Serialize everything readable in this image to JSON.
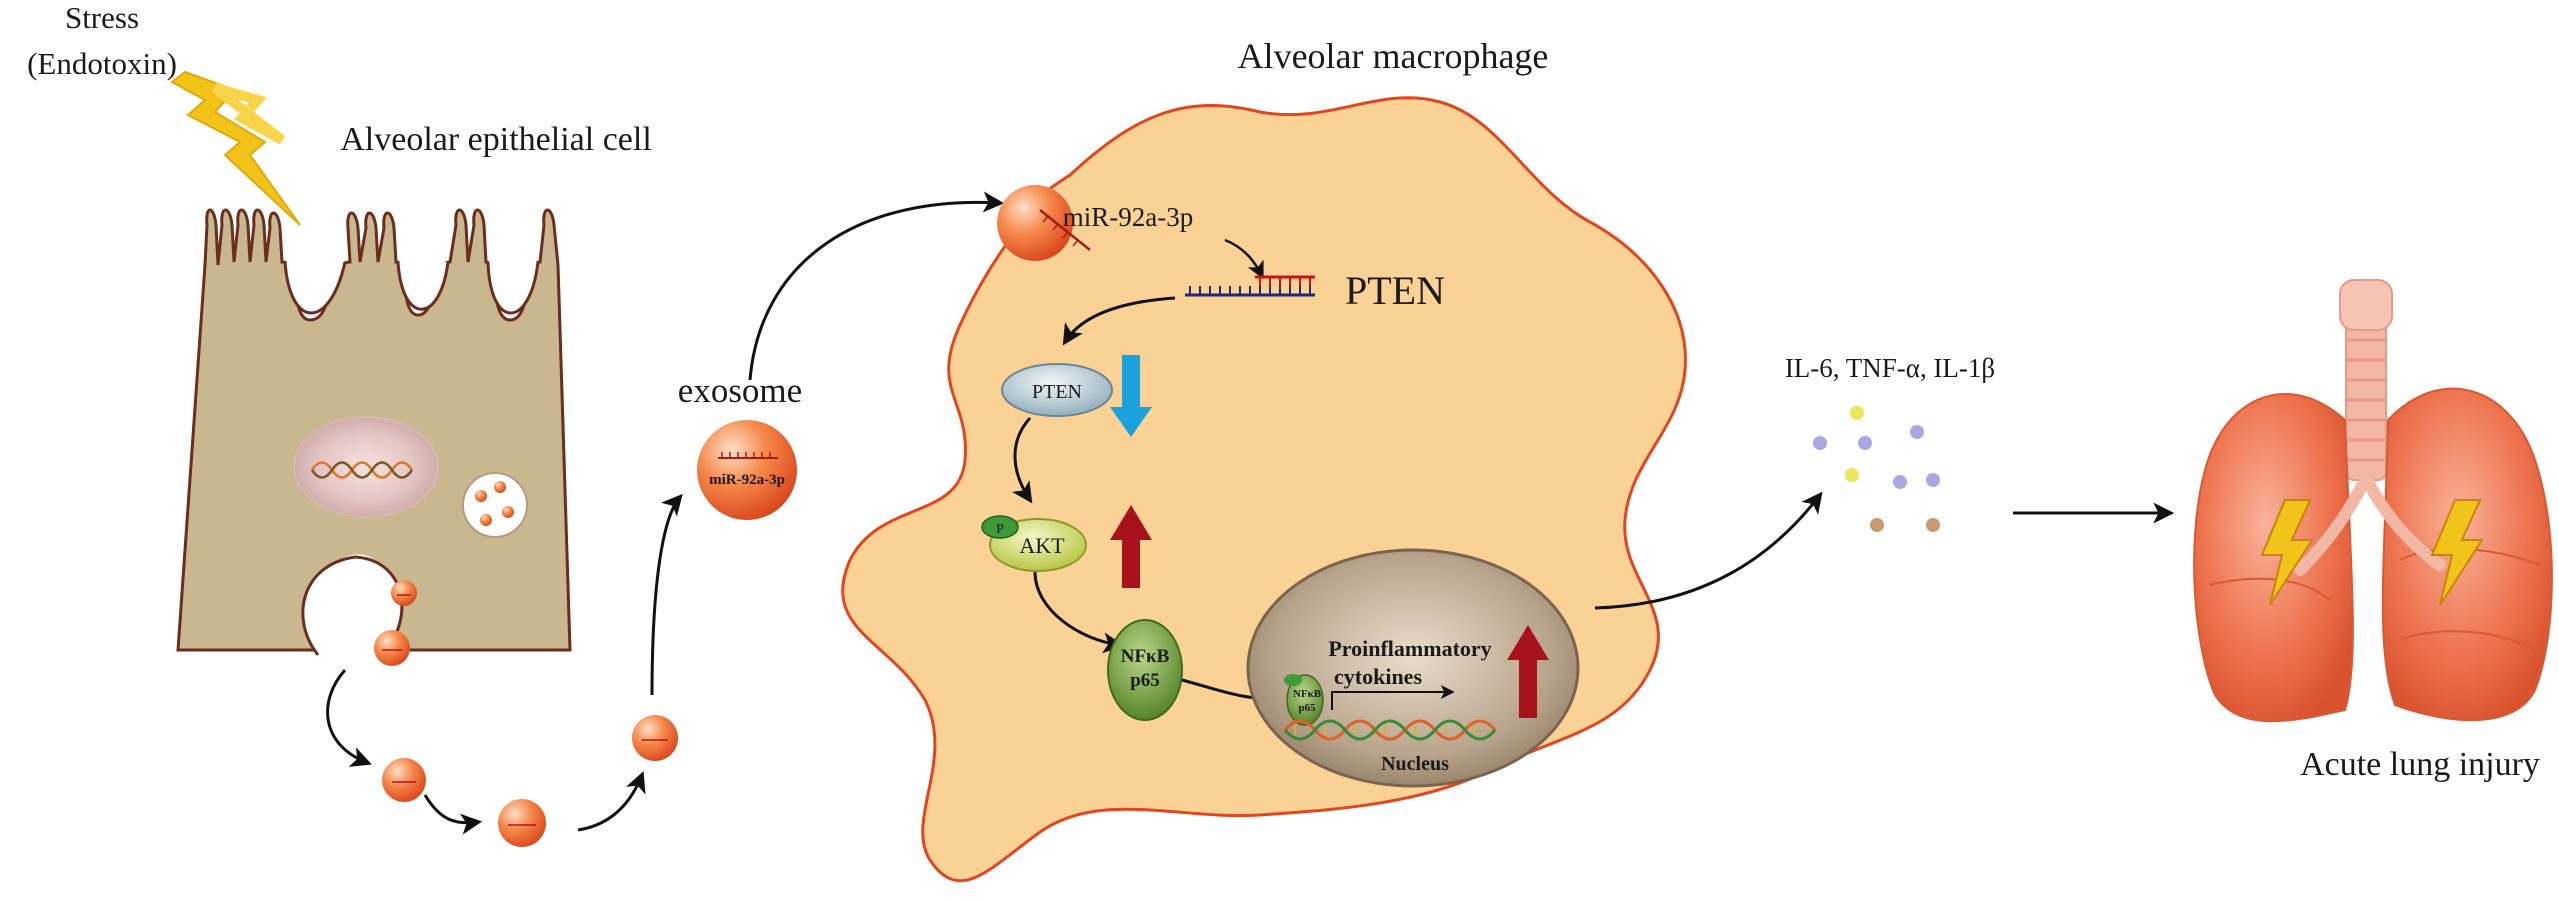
{
  "labels": {
    "stress_line1": "Stress",
    "stress_line2": "(Endotoxin)",
    "epithelial_cell": "Alveolar epithelial cell",
    "macrophage": "Alveolar macrophage",
    "exosome": "exosome",
    "exosome_cargo": "miR-92a-3p",
    "mirna": "miR-92a-3p",
    "pten_mrna": "PTEN",
    "pten_protein": "PTEN",
    "akt": "AKT",
    "phospho": "P",
    "nfkb_line1": "NFκB",
    "nfkb_line2": "p65",
    "nuclear_nfkb_line1": "NFκB",
    "nuclear_nfkb_line2": "p65",
    "proinflammatory_line1": "Proinflammatory",
    "proinflammatory_line2": "cytokines",
    "nucleus": "Nucleus",
    "cytokines": "IL-6, TNF-α, IL-1β",
    "outcome": "Acute lung injury"
  },
  "regulation": {
    "pten": "down",
    "akt": "up",
    "proinflammatory_cytokines": "up"
  },
  "colors": {
    "epithelial_fill": "#c8b78f",
    "epithelial_stroke": "#6b2e1e",
    "macrophage_fill": "#fbd296",
    "macrophage_stroke": "#e0461f",
    "exosome": "#f06a2c",
    "down_arrow": "#1ba2dc",
    "up_arrow": "#a8121c",
    "lightning": "#f2c318",
    "lung": "#ee7550",
    "pten_oval": "#a8c1cf",
    "akt_oval": "#d6e15a",
    "nfkb_oval": "#78a83d"
  },
  "icons": [
    "lightning-icon",
    "dna-icon",
    "lung-icon",
    "trachea-icon"
  ]
}
